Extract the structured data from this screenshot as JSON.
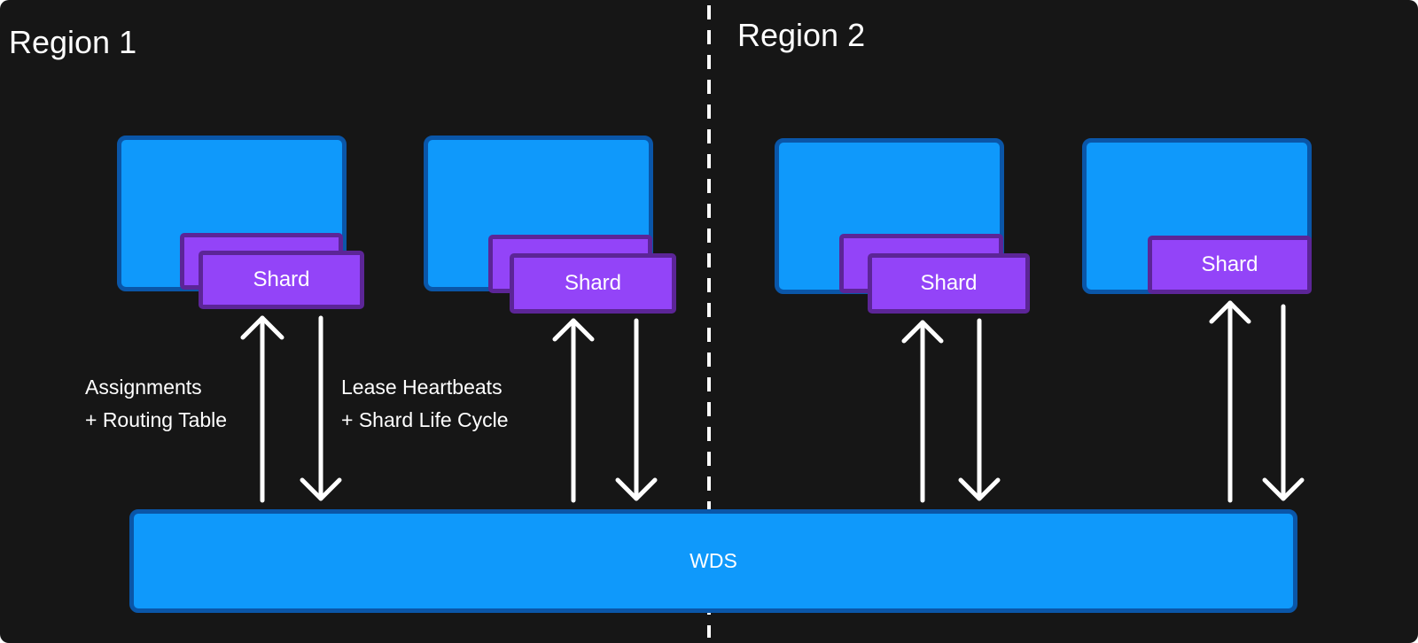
{
  "regions": {
    "left_title": "Region 1",
    "right_title": "Region 2"
  },
  "shard_label": "Shard",
  "wds_label": "WDS",
  "captions": {
    "assignments_line1": "Assignments",
    "assignments_line2": "+ Routing Table",
    "lease_line1": "Lease Heartbeats",
    "lease_line2": "+ Shard Life Cycle"
  },
  "colors": {
    "background": "#161616",
    "host_fill": "#0f99fb",
    "host_border": "#0a56a8",
    "shard_fill": "#9344f8",
    "shard_border": "#5c2597",
    "text": "#ffffff"
  }
}
